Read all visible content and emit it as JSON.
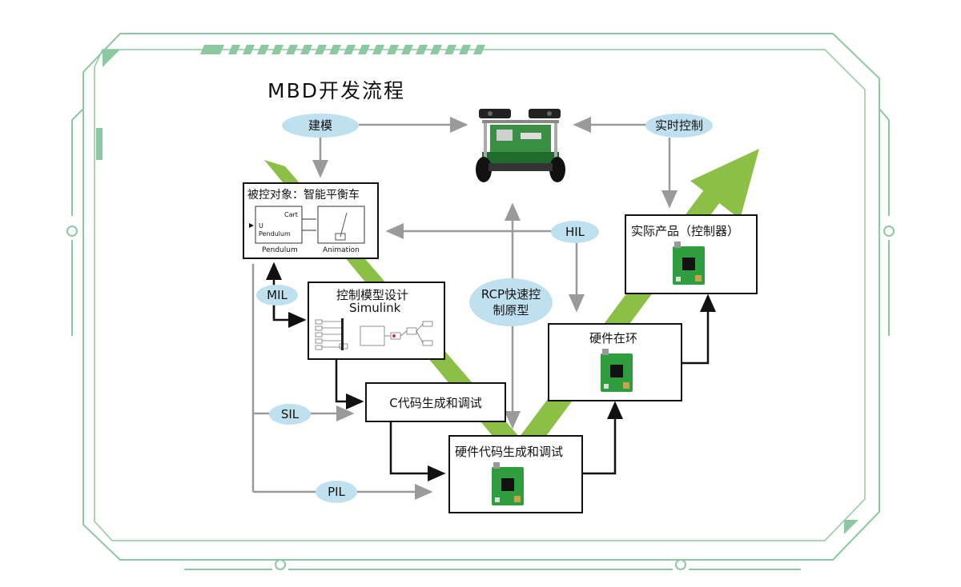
{
  "title": "MBD开发流程",
  "ellipses": {
    "modeling": "建模",
    "realtime": "实时控制",
    "hil": "HIL",
    "mil": "MIL",
    "rcp_line1": "RCP快速控",
    "rcp_line2": "制原型",
    "sil": "SIL",
    "pil": "PIL"
  },
  "plant_box": {
    "title": "被控对象：智能平衡车",
    "cart": "Cart",
    "u": "U",
    "pendulum_in": "Pendulum",
    "pendulum_caption": "Pendulum",
    "animation_caption": "Animation"
  },
  "control_box": {
    "line1": "控制模型设计",
    "line2": "Simulink"
  },
  "c_code_box": {
    "label": "C代码生成和调试"
  },
  "hw_code_box": {
    "label": "硬件代码生成和调试"
  },
  "hil_box": {
    "label": "硬件在环"
  },
  "product_box": {
    "label": "实际产品（控制器）"
  },
  "colors": {
    "frame_green": "#8dc9a0",
    "arrow_green": "#8cbf45",
    "ellipse_blue": "#bfe0ef",
    "gray_arrow": "#9a9a9a",
    "pcb_green": "#2e9e3e"
  }
}
